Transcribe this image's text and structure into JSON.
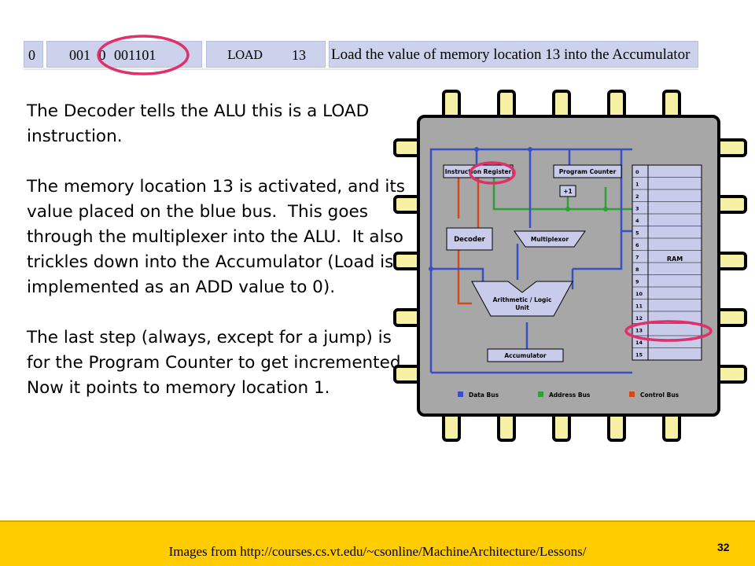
{
  "instruction": {
    "address": "0",
    "opcode_a": "001",
    "opcode_b": "0",
    "opcode_c": "001101",
    "mnemonic": "LOAD",
    "operand": "13",
    "description": "Load the value of memory location 13 into the Accumulator"
  },
  "body": {
    "p1": "The Decoder tells the ALU this is a LOAD instruction.",
    "p2": "The memory location 13 is activated, and its value placed on the blue bus.  This goes through the multiplexer into the ALU.  It also trickles down into the Accumulator (Load is implemented as an ADD value to 0).",
    "p3": "The last step (always, except for a jump) is for the Program Counter to get incremented.  Now it points to memory location 1."
  },
  "diagram": {
    "instruction_register": "Instruction Register",
    "program_counter": "Program Counter",
    "plus_one": "+1",
    "decoder": "Decoder",
    "multiplexor": "Multiplexor",
    "alu_line1": "Arithmetic / Logic",
    "alu_line2": "Unit",
    "accumulator": "Accumulator",
    "ram_label": "RAM",
    "ram_addresses": [
      "0",
      "1",
      "2",
      "3",
      "4",
      "5",
      "6",
      "7",
      "8",
      "9",
      "10",
      "11",
      "12",
      "13",
      "14",
      "15"
    ],
    "legend": {
      "data_bus": "Data Bus",
      "address_bus": "Address Bus",
      "control_bus": "Control Bus"
    },
    "colors": {
      "data_bus": "#3a4fc4",
      "address_bus": "#2fa035",
      "control_bus": "#d24a1c",
      "highlight": "#e0306a",
      "chip": "#a7a7a7",
      "pin": "#f5f0a4",
      "component": "#c9cbea"
    }
  },
  "footer": {
    "credit": "Images  from http://courses.cs.vt.edu/~csonline/MachineArchitecture/Lessons/",
    "page": "32"
  }
}
